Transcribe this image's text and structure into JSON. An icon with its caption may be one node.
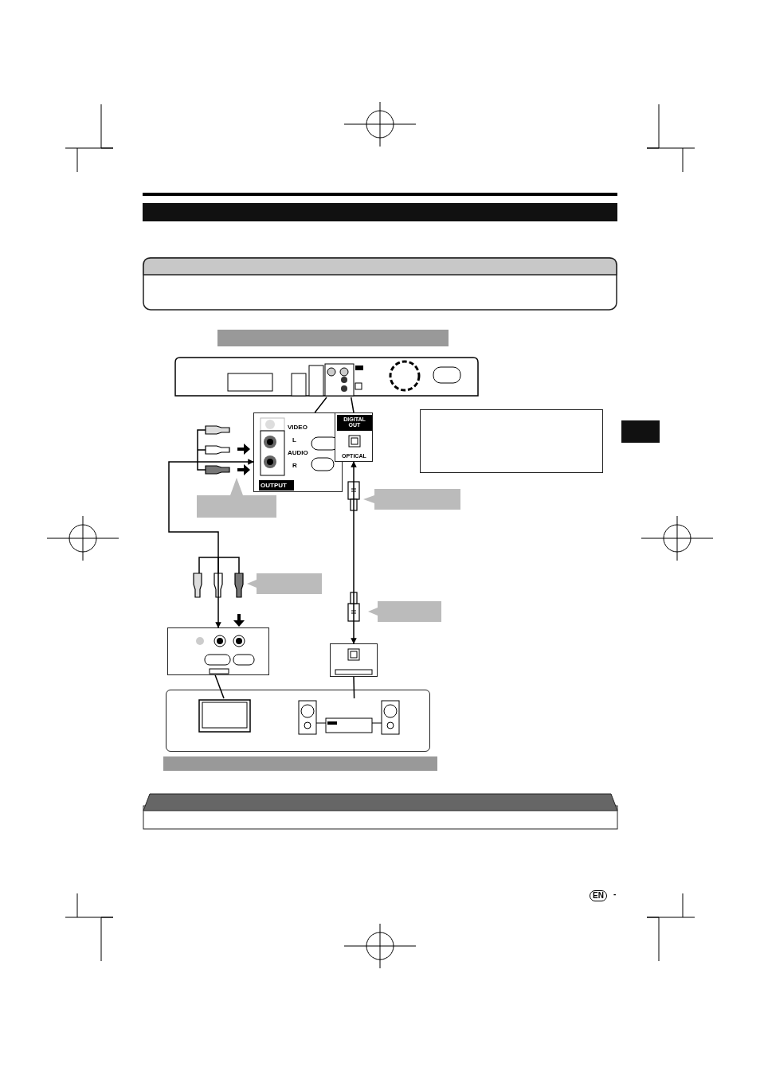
{
  "diagram": {
    "nodes": [
      {
        "text": [],
        "shape": "picture"
      },
      {
        "text": [
          "VIDEO",
          "L",
          "AUDIO",
          "R",
          "OUTPUT"
        ]
      },
      {
        "text": [
          "DIGITAL OUT",
          "OPTICAL"
        ]
      },
      {
        "text": [],
        "shape": "box"
      },
      {
        "text": [],
        "shape": "box"
      },
      {
        "text": [],
        "shape": "box"
      },
      {
        "text": [],
        "shape": "box"
      },
      {
        "text": [],
        "shape": "box"
      },
      {
        "text": [],
        "shape": "box"
      },
      {
        "text": [],
        "shape": "box"
      },
      {
        "text": [],
        "shape": "picture",
        "in": 9
      },
      {
        "text": [],
        "shape": "picture",
        "in": 9
      },
      {
        "text": [],
        "shape": "box"
      },
      {
        "text": [],
        "shape": "bar"
      },
      {
        "text": [],
        "shape": "bar"
      },
      {
        "text": [],
        "shape": "bar"
      }
    ],
    "edges": [
      {
        "from": 0,
        "to": 1,
        "arrow": "none"
      },
      {
        "from": 0,
        "to": 2,
        "arrow": "none"
      },
      {
        "from": 1,
        "to": 7,
        "arrow": "both"
      },
      {
        "from": 2,
        "to": 8,
        "arrow": "both"
      },
      {
        "from": 7,
        "to": 10,
        "arrow": "none"
      },
      {
        "from": 8,
        "to": 11,
        "arrow": "none"
      },
      {
        "from": 3,
        "to": null,
        "arrow": "to"
      },
      {
        "from": 4,
        "to": null,
        "arrow": "to"
      },
      {
        "from": 5,
        "to": null,
        "arrow": "to"
      },
      {
        "from": 6,
        "to": null,
        "arrow": "to"
      }
    ],
    "labels": [
      "EN",
      "-"
    ]
  }
}
